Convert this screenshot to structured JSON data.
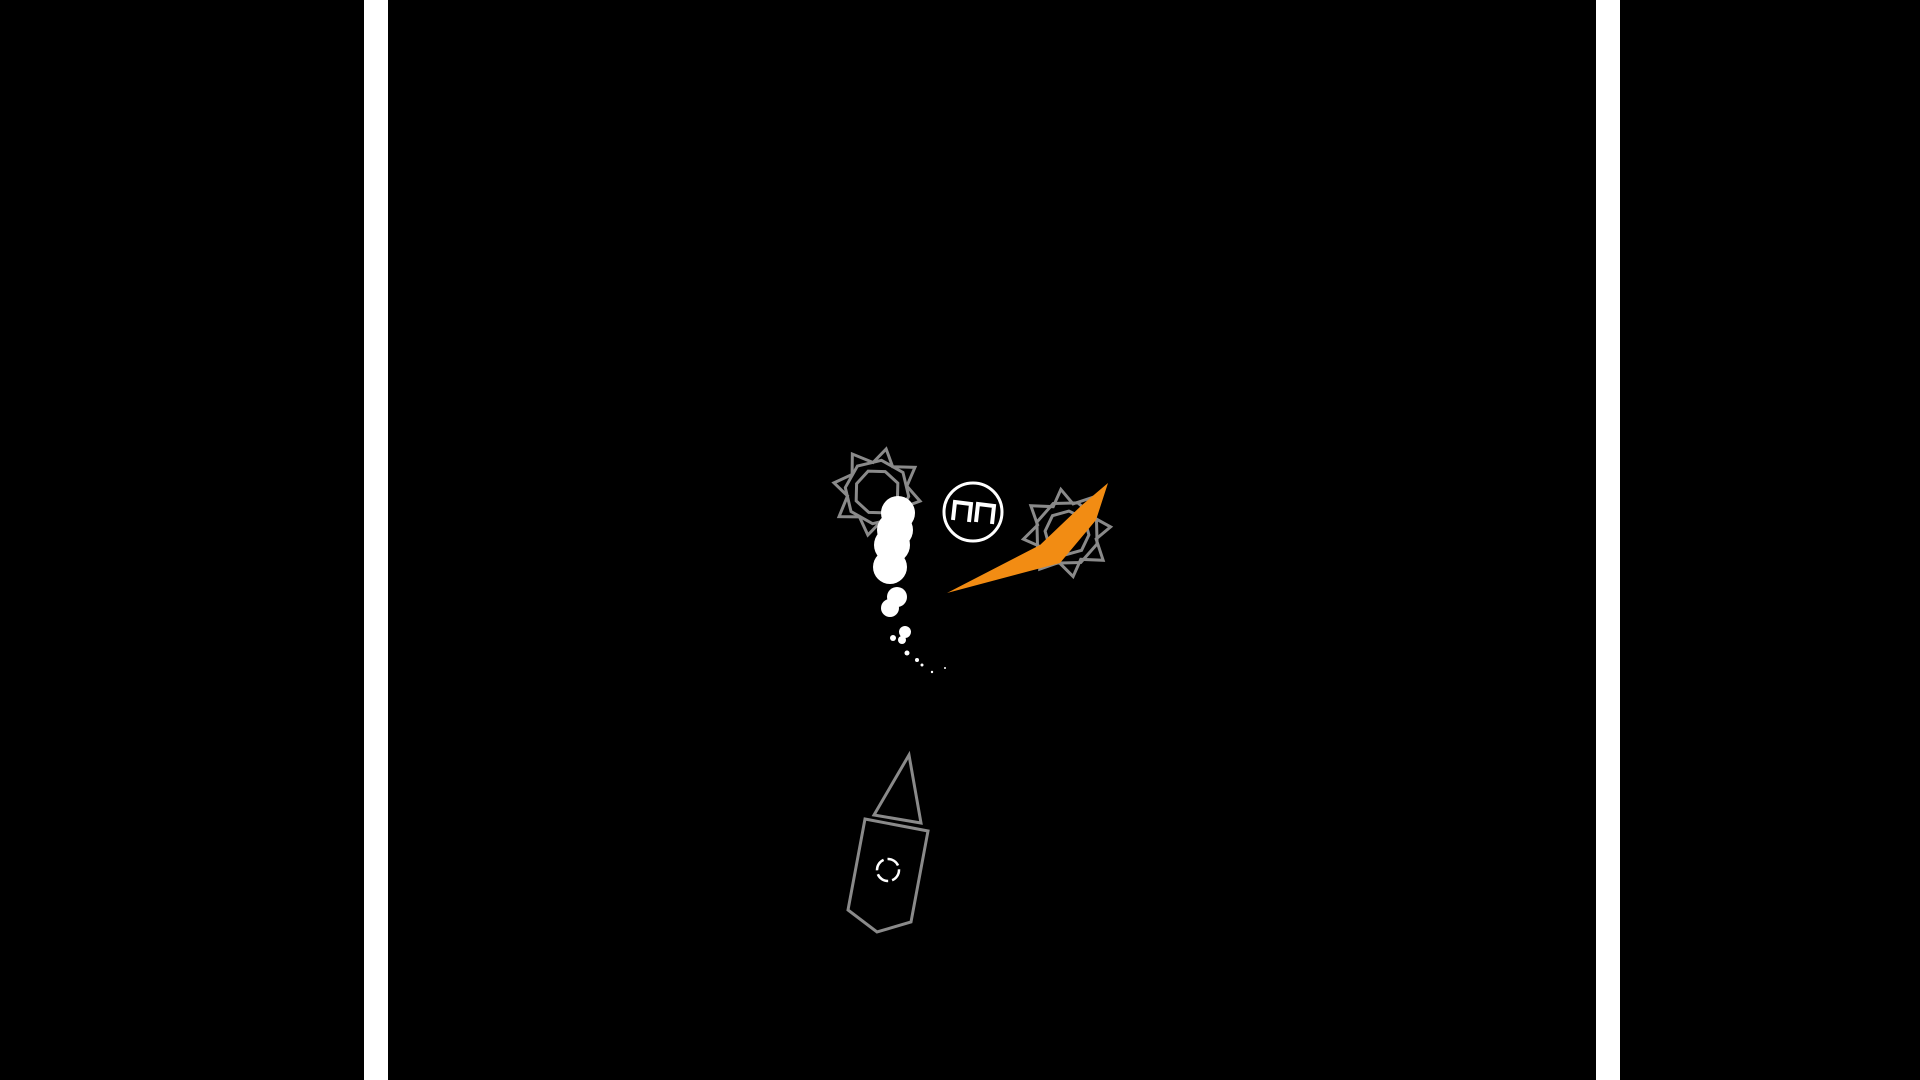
{
  "game": {
    "colors": {
      "background": "#000000",
      "border_bar": "#ffffff",
      "outline": "#8a8a8a",
      "smoke": "#ffffff",
      "blade": "#f28c13"
    },
    "icons": [
      "pause-icon",
      "crosshair-icon",
      "player-ship",
      "enemy-gear",
      "laser-blade",
      "smoke-trail"
    ]
  }
}
